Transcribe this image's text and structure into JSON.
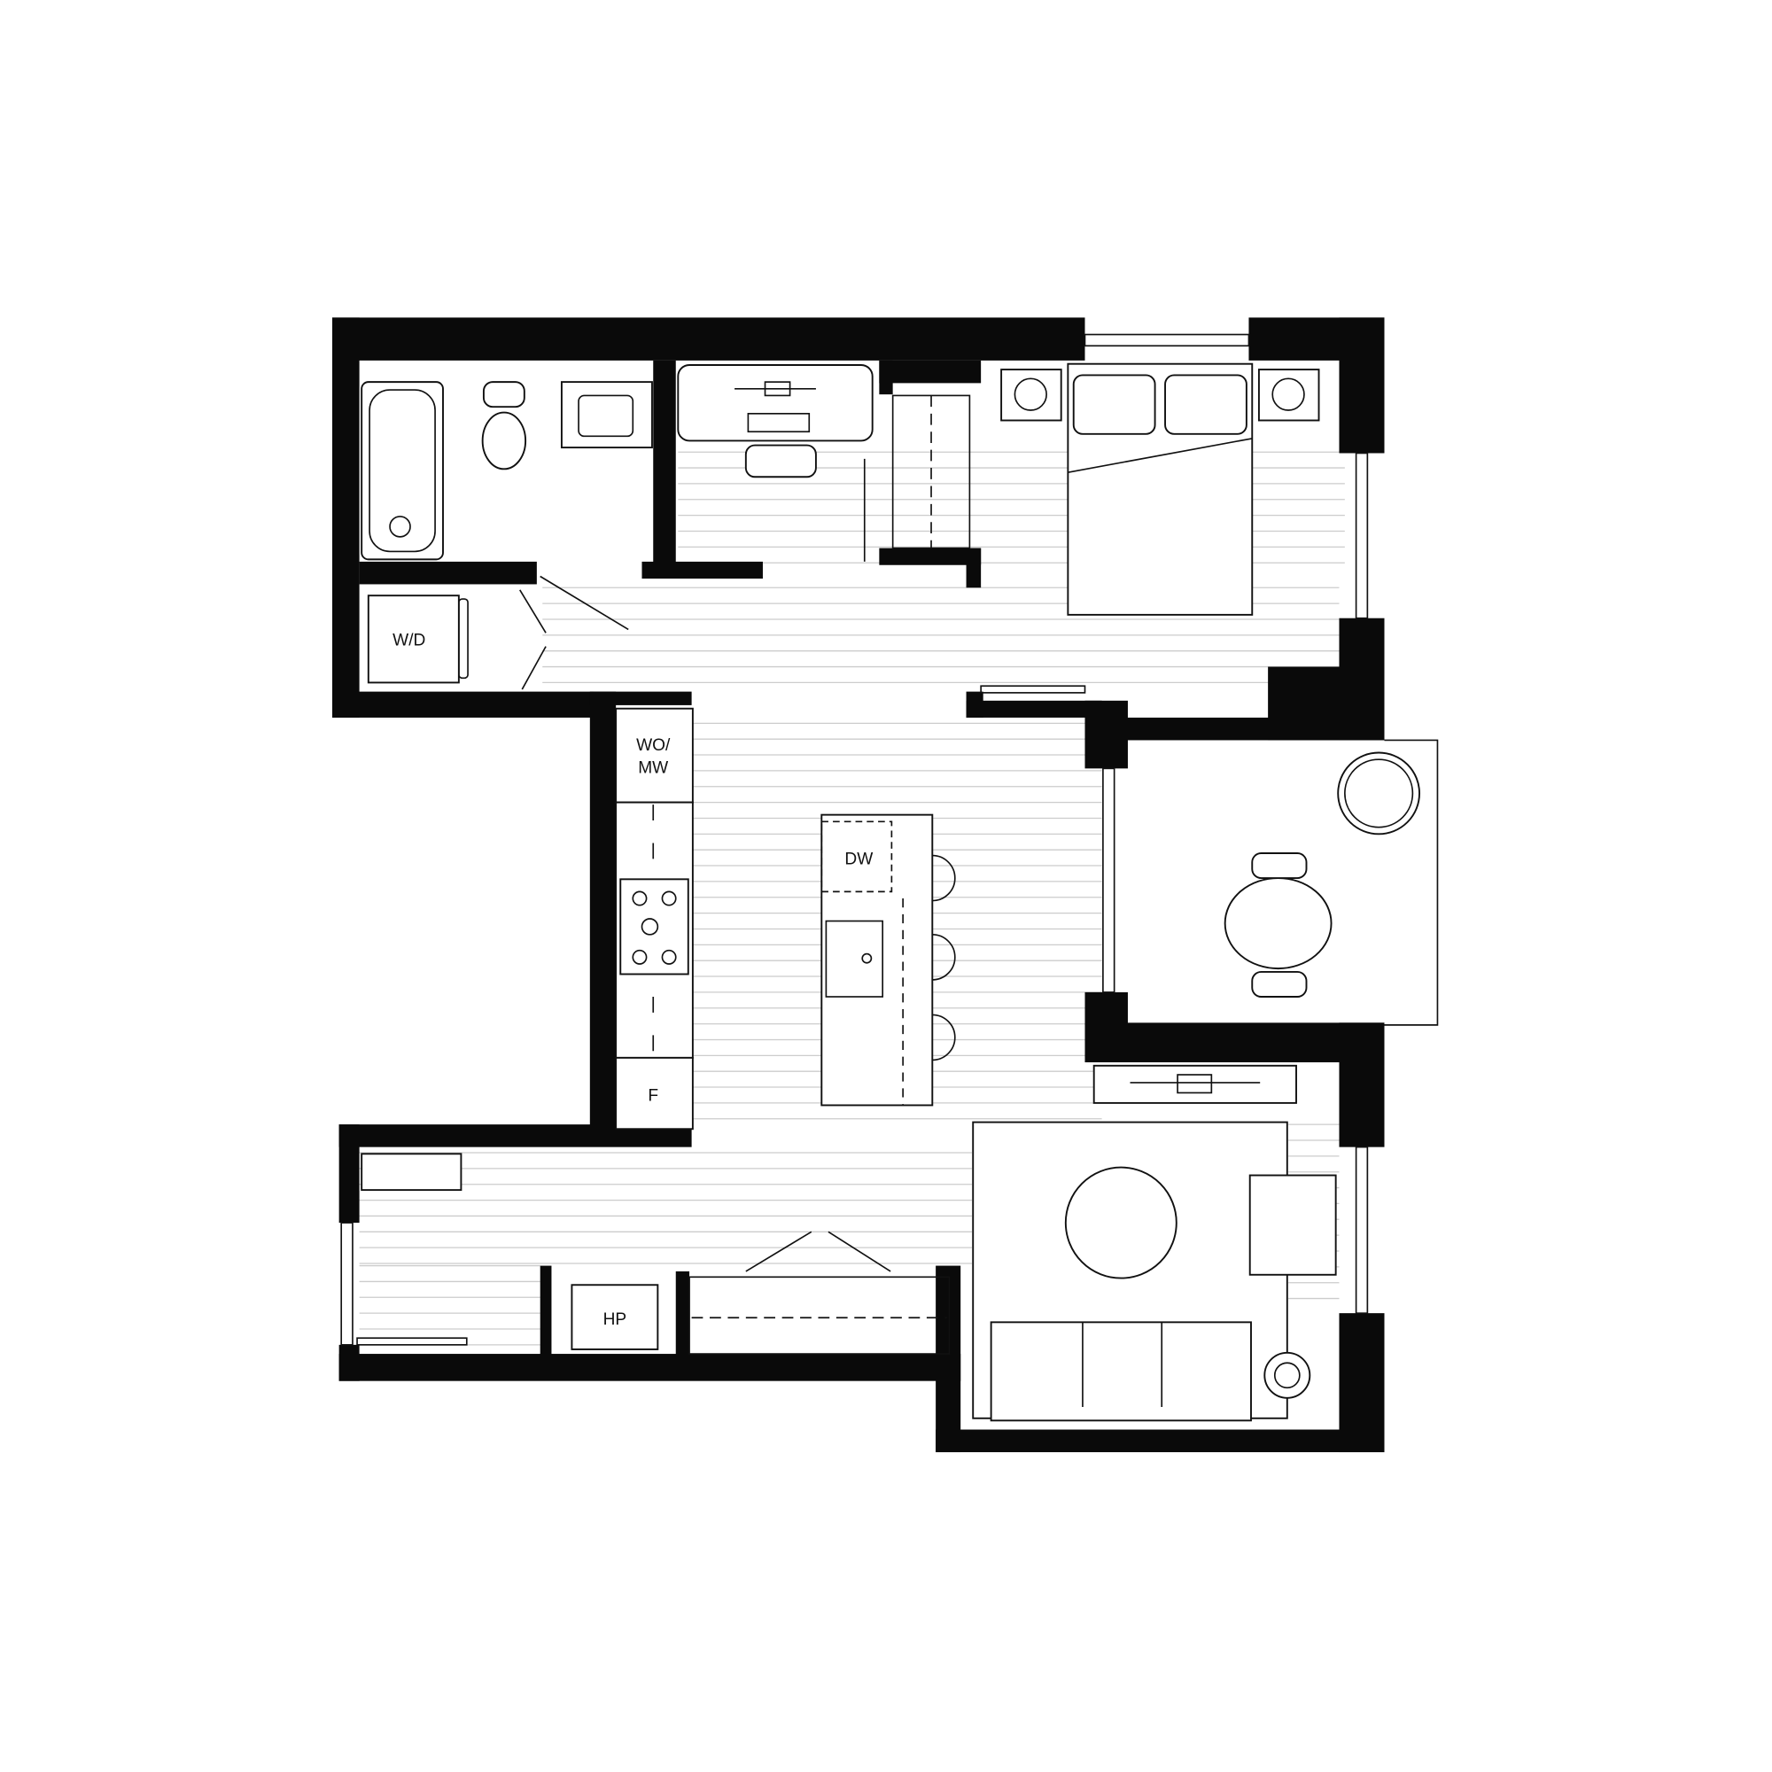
{
  "floorplan": {
    "labels": {
      "washer_dryer": "W/D",
      "wall_oven_line1": "WO/",
      "wall_oven_line2": "MW",
      "dishwasher": "DW",
      "fridge": "F",
      "heat_pump": "HP"
    },
    "colors": {
      "wall": "#0a0a0a",
      "floor_lines": "#cccccc",
      "background": "#ffffff"
    }
  }
}
